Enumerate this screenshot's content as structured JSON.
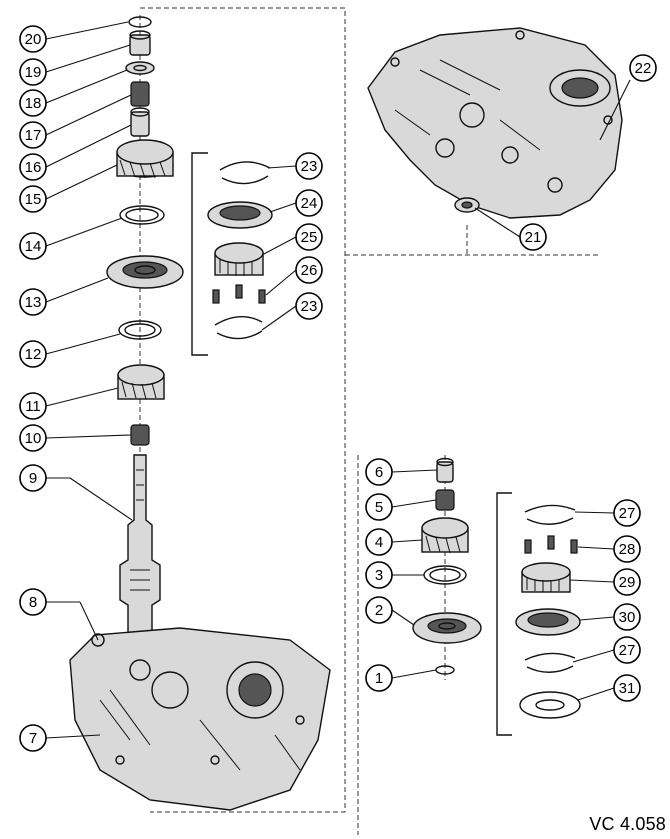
{
  "callouts": [
    {
      "id": "c1",
      "label": "1"
    },
    {
      "id": "c2",
      "label": "2"
    },
    {
      "id": "c3",
      "label": "3"
    },
    {
      "id": "c4",
      "label": "4"
    },
    {
      "id": "c5",
      "label": "5"
    },
    {
      "id": "c6",
      "label": "6"
    },
    {
      "id": "c7",
      "label": "7"
    },
    {
      "id": "c8",
      "label": "8"
    },
    {
      "id": "c9",
      "label": "9"
    },
    {
      "id": "c10",
      "label": "10"
    },
    {
      "id": "c11",
      "label": "11"
    },
    {
      "id": "c12",
      "label": "12"
    },
    {
      "id": "c13",
      "label": "13"
    },
    {
      "id": "c14",
      "label": "14"
    },
    {
      "id": "c15",
      "label": "15"
    },
    {
      "id": "c16",
      "label": "16"
    },
    {
      "id": "c17",
      "label": "17"
    },
    {
      "id": "c18",
      "label": "18"
    },
    {
      "id": "c19",
      "label": "19"
    },
    {
      "id": "c20",
      "label": "20"
    },
    {
      "id": "c21",
      "label": "21"
    },
    {
      "id": "c22",
      "label": "22"
    },
    {
      "id": "c23a",
      "label": "23"
    },
    {
      "id": "c23b",
      "label": "23"
    },
    {
      "id": "c24",
      "label": "24"
    },
    {
      "id": "c25",
      "label": "25"
    },
    {
      "id": "c26",
      "label": "26"
    },
    {
      "id": "c27a",
      "label": "27"
    },
    {
      "id": "c27b",
      "label": "27"
    },
    {
      "id": "c28",
      "label": "28"
    },
    {
      "id": "c29",
      "label": "29"
    },
    {
      "id": "c30",
      "label": "30"
    },
    {
      "id": "c31",
      "label": "31"
    }
  ],
  "reference_code": "VC 4.058"
}
